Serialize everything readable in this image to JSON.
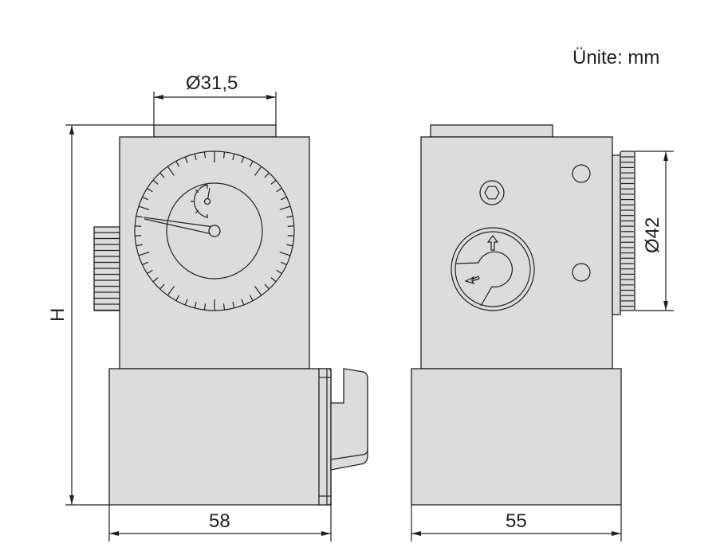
{
  "units_label": "Ünite: mm",
  "dimensions": {
    "dial_diameter": "Ø31,5",
    "height": "H",
    "front_width": "58",
    "side_width": "55",
    "knob_diameter": "Ø42"
  },
  "colors": {
    "body": "#dcdcdc",
    "line": "#231f20"
  }
}
